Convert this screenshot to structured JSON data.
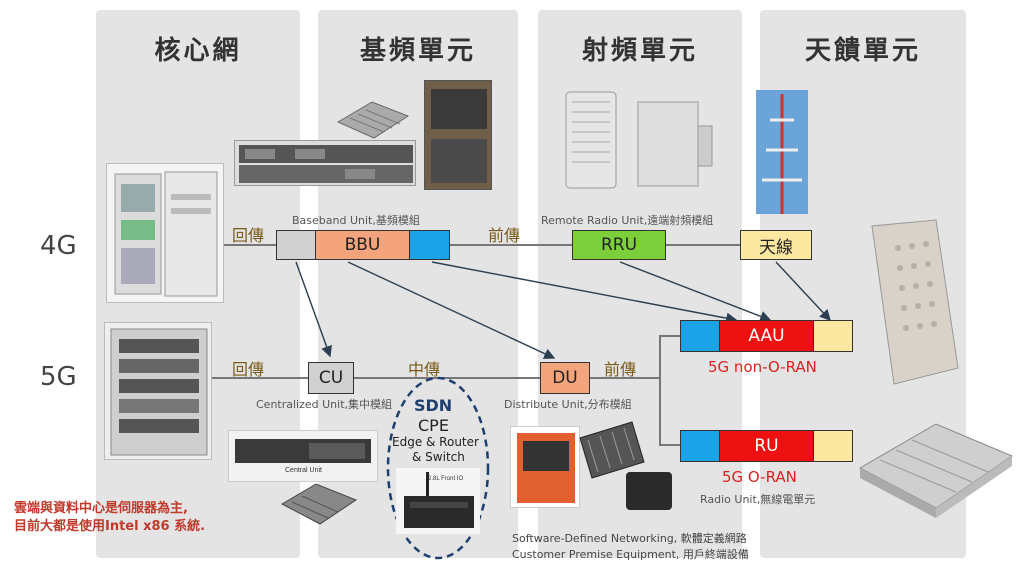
{
  "columns": [
    {
      "title": "核心網"
    },
    {
      "title": "基頻單元"
    },
    {
      "title": "射頻單元"
    },
    {
      "title": "天饋單元"
    }
  ],
  "generations": {
    "g4": "4G",
    "g5": "5G"
  },
  "connections": {
    "backhaul_4g": "回傳",
    "fronthaul_4g": "前傳",
    "backhaul_5g": "回傳",
    "midhaul_5g": "中傳",
    "fronthaul_5g": "前傳"
  },
  "captions": {
    "bbu": "Baseband Unit,基頻模組",
    "rru": "Remote Radio Unit,遠端射頻模組",
    "cu": "Centralized Unit,集中模組",
    "du": "Distribute Unit,分布模組",
    "ru": "Radio Unit,無線電單元"
  },
  "boxes": {
    "bbu": "BBU",
    "rru": "RRU",
    "antenna": "天線",
    "cu": "CU",
    "du": "DU",
    "aau": "AAU",
    "ru": "RU"
  },
  "ran_labels": {
    "non_oran": "5G non-O-RAN",
    "oran": "5G O-RAN"
  },
  "sdn": {
    "title": "SDN",
    "cpe": "CPE",
    "line1": "Edge & Router",
    "line2": "& Switch",
    "device_label": "2.8L Front IO"
  },
  "server_label": "Central Unit",
  "footnotes": {
    "sdn": "Software-Defined Networking, 軟體定義網路",
    "cpe": "Customer Premise Equipment, 用戶終端設備"
  },
  "note": {
    "line1": "雲端與資料中心是伺服器為主,",
    "line2": "目前大都是使用Intel x86 系統."
  },
  "colors": {
    "gray_box": "#d0d0d0",
    "orange_box": "#f4a47c",
    "blue_box": "#1aa3e8",
    "green_box": "#7ccf3a",
    "yellow_box": "#fde8a2",
    "red_box": "#ee1111",
    "sdn_border": "#1f3f6e"
  }
}
